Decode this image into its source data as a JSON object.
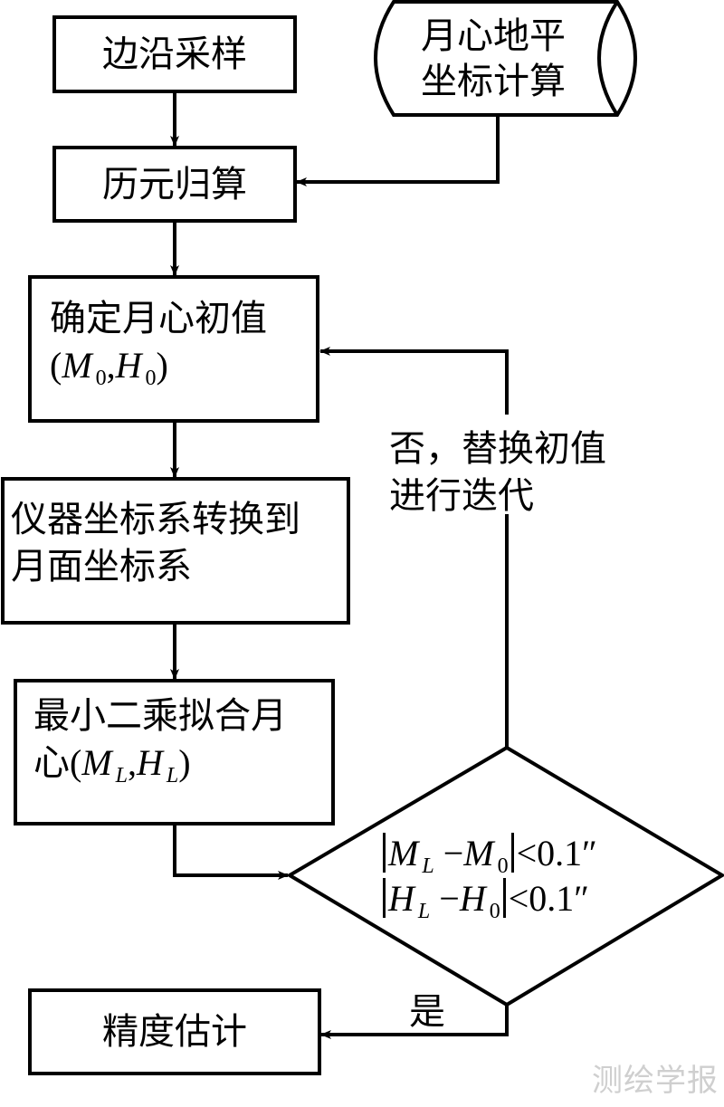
{
  "diagram": {
    "type": "flowchart",
    "nodes": [
      {
        "id": "edge-sampling",
        "shape": "rect",
        "text": "边沿采样"
      },
      {
        "id": "epoch-reduction",
        "shape": "rect",
        "text": "历元归算"
      },
      {
        "id": "selenocentric-horizontal",
        "shape": "cylinder",
        "lines": [
          "月心地平",
          "坐标计算"
        ]
      },
      {
        "id": "initial-center",
        "shape": "rect",
        "line1": "确定月心初值",
        "math": {
          "open": "(",
          "a": "M",
          "a_sub": "0",
          "sep": ",",
          "b": "H",
          "b_sub": "0",
          "close": ")"
        }
      },
      {
        "id": "coord-transform",
        "shape": "rect",
        "lines": [
          "仪器坐标系转换到",
          "月面坐标系"
        ]
      },
      {
        "id": "least-squares-fit",
        "shape": "rect",
        "line1": "最小二乘拟合月",
        "line2_prefix": "心",
        "math": {
          "open": "(",
          "a": "M",
          "a_sub": "L",
          "sep": ",",
          "b": "H",
          "b_sub": "L",
          "close": ")"
        }
      },
      {
        "id": "convergence-check",
        "shape": "diamond",
        "conditions": [
          {
            "var": "M",
            "sub1": "L",
            "minus": "−",
            "var2": "M",
            "sub2": "0",
            "rel": "<0.1″"
          },
          {
            "var": "H",
            "sub1": "L",
            "minus": "−",
            "var2": "H",
            "sub2": "0",
            "rel": "<0.1″"
          }
        ]
      },
      {
        "id": "accuracy-estimation",
        "shape": "rect",
        "text": "精度估计"
      }
    ],
    "edges": [
      {
        "from": "edge-sampling",
        "to": "epoch-reduction"
      },
      {
        "from": "selenocentric-horizontal",
        "to": "epoch-reduction"
      },
      {
        "from": "epoch-reduction",
        "to": "initial-center"
      },
      {
        "from": "initial-center",
        "to": "coord-transform"
      },
      {
        "from": "coord-transform",
        "to": "least-squares-fit"
      },
      {
        "from": "least-squares-fit",
        "to": "convergence-check"
      },
      {
        "from": "convergence-check",
        "to": "initial-center",
        "label_lines": [
          "否，替换初值",
          "进行迭代"
        ]
      },
      {
        "from": "convergence-check",
        "to": "accuracy-estimation",
        "label": "是"
      }
    ]
  },
  "watermark": "测绘学报"
}
